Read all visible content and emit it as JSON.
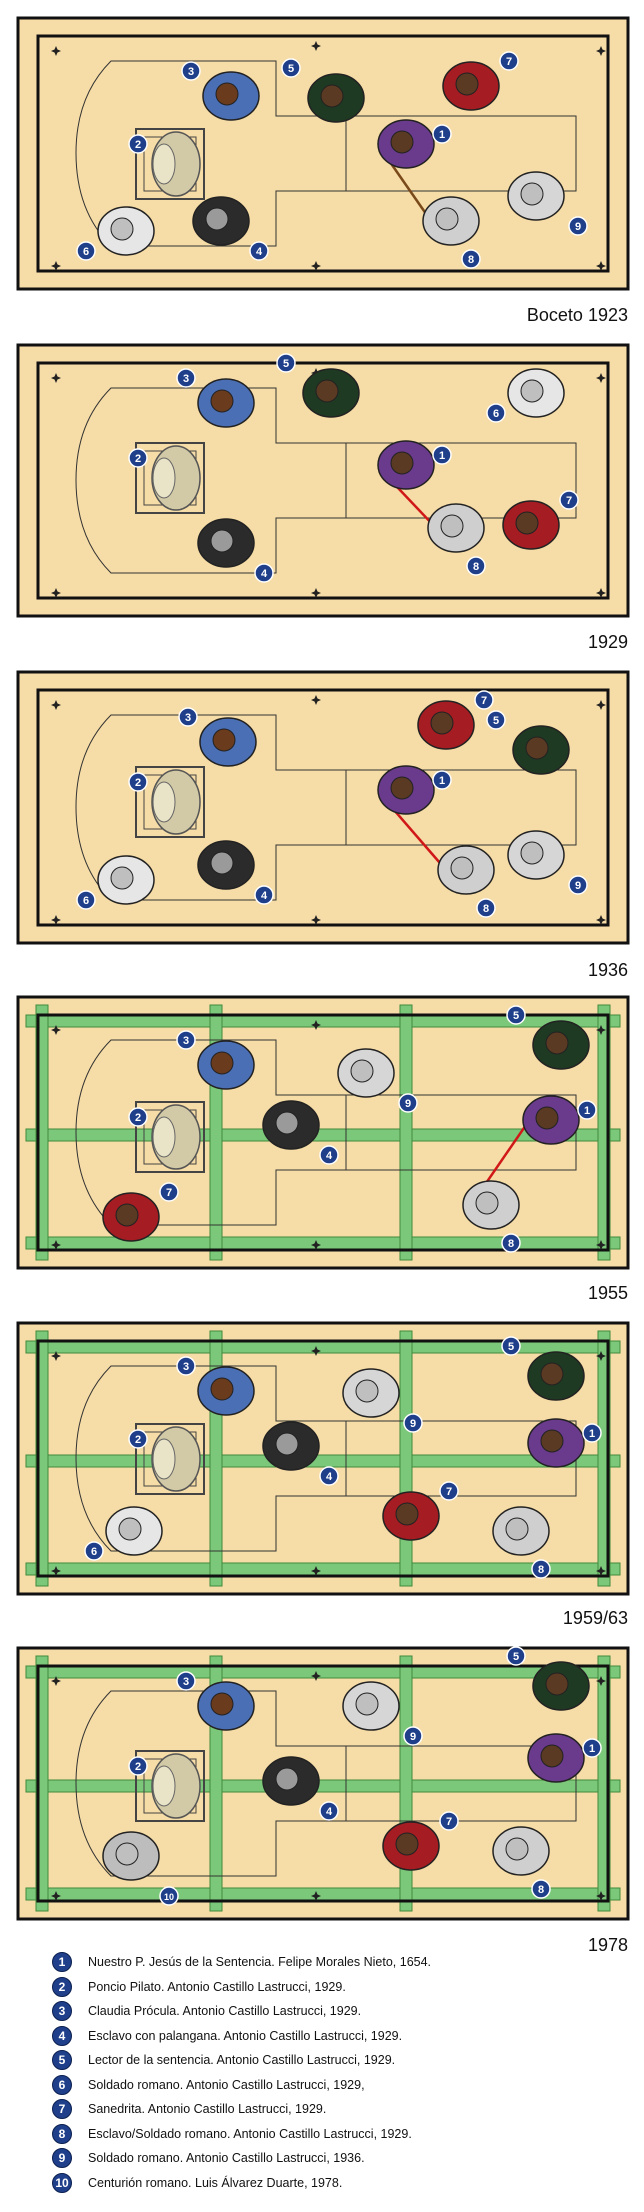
{
  "panels": [
    {
      "caption": "Boceto 1923",
      "grid": false,
      "figures": [
        {
          "n": "1",
          "kind": "jesus",
          "color": "#6a3a8c"
        },
        {
          "n": "2",
          "kind": "pilate",
          "color": "#cfc8a8"
        },
        {
          "n": "3",
          "kind": "claudia",
          "color": "#4a6fb5"
        },
        {
          "n": "4",
          "kind": "slave",
          "color": "#2a2a2a"
        },
        {
          "n": "5",
          "kind": "reader",
          "color": "#1f3a22"
        },
        {
          "n": "6",
          "kind": "soldier",
          "color": "#e8e8e8"
        },
        {
          "n": "7",
          "kind": "sanedrita",
          "color": "#a51c22"
        },
        {
          "n": "8",
          "kind": "slave2",
          "color": "#cfcfcf"
        },
        {
          "n": "9",
          "kind": "soldier2",
          "color": "#d8d8d8"
        }
      ]
    },
    {
      "caption": "1929",
      "grid": false,
      "figures": [
        {
          "n": "1"
        },
        {
          "n": "2"
        },
        {
          "n": "3"
        },
        {
          "n": "4"
        },
        {
          "n": "5"
        },
        {
          "n": "6"
        },
        {
          "n": "7"
        },
        {
          "n": "8"
        }
      ]
    },
    {
      "caption": "1936",
      "grid": false,
      "figures": [
        {
          "n": "1"
        },
        {
          "n": "2"
        },
        {
          "n": "3"
        },
        {
          "n": "4"
        },
        {
          "n": "5"
        },
        {
          "n": "6"
        },
        {
          "n": "7"
        },
        {
          "n": "8"
        },
        {
          "n": "9"
        }
      ]
    },
    {
      "caption": "1955",
      "grid": true,
      "figures": [
        {
          "n": "1"
        },
        {
          "n": "2"
        },
        {
          "n": "3"
        },
        {
          "n": "4"
        },
        {
          "n": "5"
        },
        {
          "n": "7"
        },
        {
          "n": "8"
        },
        {
          "n": "9"
        }
      ]
    },
    {
      "caption": "1959/63",
      "grid": true,
      "figures": [
        {
          "n": "1"
        },
        {
          "n": "2"
        },
        {
          "n": "3"
        },
        {
          "n": "4"
        },
        {
          "n": "5"
        },
        {
          "n": "6"
        },
        {
          "n": "7"
        },
        {
          "n": "8"
        },
        {
          "n": "9"
        }
      ]
    },
    {
      "caption": "1978",
      "grid": true,
      "figures": [
        {
          "n": "1"
        },
        {
          "n": "2"
        },
        {
          "n": "3"
        },
        {
          "n": "4"
        },
        {
          "n": "5"
        },
        {
          "n": "7"
        },
        {
          "n": "8"
        },
        {
          "n": "9"
        },
        {
          "n": "10"
        }
      ]
    }
  ],
  "legend": [
    {
      "num": "1",
      "text": "Nuestro P. Jesús de la Sentencia. Felipe Morales Nieto, 1654."
    },
    {
      "num": "2",
      "text": "Poncio Pilato. Antonio Castillo Lastrucci, 1929."
    },
    {
      "num": "3",
      "text": "Claudia Prócula. Antonio Castillo Lastrucci, 1929."
    },
    {
      "num": "4",
      "text": "Esclavo con palangana. Antonio Castillo Lastrucci, 1929."
    },
    {
      "num": "5",
      "text": "Lector de la sentencia. Antonio Castillo Lastrucci, 1929."
    },
    {
      "num": "6",
      "text": "Soldado romano. Antonio Castillo Lastrucci, 1929,"
    },
    {
      "num": "7",
      "text": "Sanedrita. Antonio Castillo Lastrucci, 1929."
    },
    {
      "num": "8",
      "text": "Esclavo/Soldado romano. Antonio Castillo Lastrucci, 1929."
    },
    {
      "num": "9",
      "text": "Soldado romano. Antonio Castillo Lastrucci, 1936."
    },
    {
      "num": "10",
      "text": "Centurión romano. Luis Álvarez Duarte, 1978."
    }
  ],
  "colors": {
    "board": "#f6dca6",
    "frame": "#111111",
    "grid": "#7cc87a",
    "badge": "#1f3f8a",
    "jesus": "#6a3a8c",
    "claudia": "#4a6fb5",
    "reader": "#1f3a22",
    "sanedrita": "#a51c22",
    "rope": "#d01818"
  }
}
